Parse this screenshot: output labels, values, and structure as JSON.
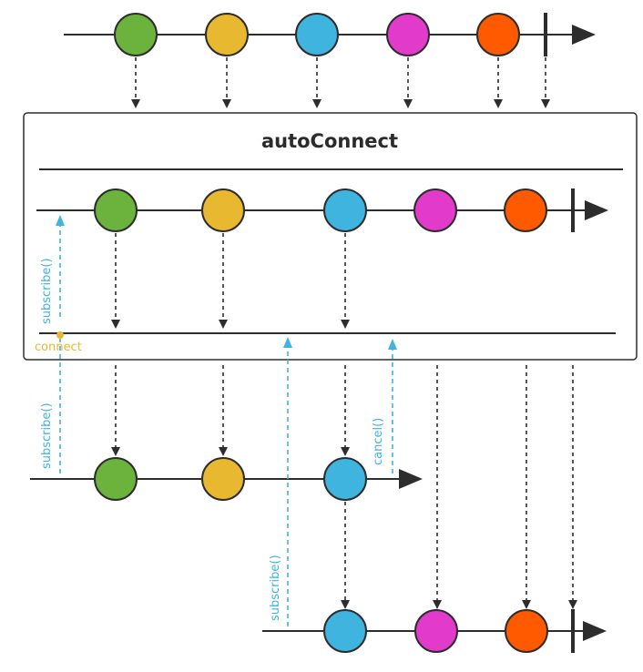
{
  "operator": {
    "title": "autoConnect"
  },
  "labels": {
    "subscribe": "subscribe()",
    "connect": "connect",
    "cancel": "cancel()"
  },
  "colors": {
    "green": "#6cb33e",
    "yellow": "#e8b830",
    "blue": "#3fb4df",
    "magenta": "#e23bcc",
    "orange": "#ff5a00",
    "line": "#2d2d2d",
    "subscribe_signal": "#3fb4df",
    "connect_signal": "#e8b830"
  },
  "marbles": {
    "source": [
      "green",
      "yellow",
      "blue",
      "magenta",
      "orange"
    ],
    "inner": [
      "green",
      "yellow",
      "blue",
      "magenta",
      "orange"
    ],
    "subscriber_1": [
      "green",
      "yellow",
      "blue"
    ],
    "subscriber_2": [
      "blue",
      "magenta",
      "orange"
    ]
  }
}
